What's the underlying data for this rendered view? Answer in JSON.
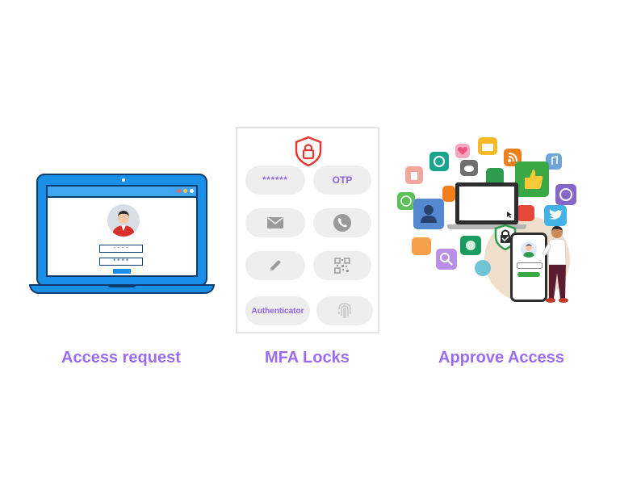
{
  "captions": {
    "access_request": "Access request",
    "mfa_locks": "MFA Locks",
    "approve_access": "Approve Access"
  },
  "laptop": {
    "password_mask_1": "----",
    "password_mask_2": "****"
  },
  "mfa": {
    "methods": [
      {
        "label": "******",
        "icon": "password-dots"
      },
      {
        "label": "OTP",
        "icon": "otp"
      },
      {
        "label": "",
        "icon": "envelope-icon"
      },
      {
        "label": "",
        "icon": "phone-icon"
      },
      {
        "label": "",
        "icon": "pencil-icon"
      },
      {
        "label": "",
        "icon": "qr-code-icon"
      },
      {
        "label": "Authenticator",
        "icon": "authenticator"
      },
      {
        "label": "",
        "icon": "fingerprint-icon"
      }
    ]
  },
  "colors": {
    "caption": "#9b6cf0",
    "laptop_blue": "#1a8fe8",
    "laptop_outline": "#0f3c6e",
    "shield_red": "#e53935",
    "pill_bg": "#eeeeee",
    "pill_text": "#8a62e0",
    "approve_green": "#2e9b4f"
  }
}
